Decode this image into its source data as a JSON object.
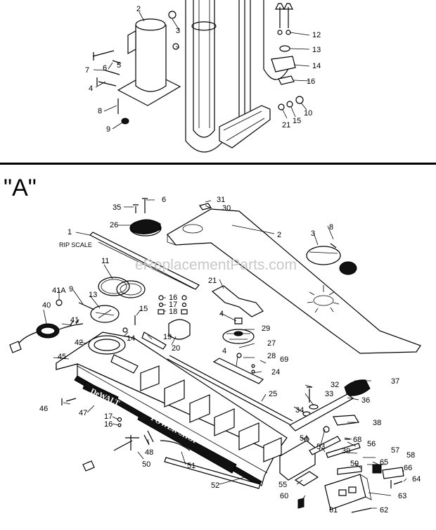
{
  "section_label": "\"A\"",
  "rip_scale_label": "RIP SCALE",
  "brand_text": "DeWALT",
  "panel_text": "POWER SHOP",
  "watermark": "eReplacementParts.com",
  "top_callouts": [
    "2",
    "3",
    "12",
    "13",
    "14",
    "16",
    "7",
    "6",
    "5",
    "4",
    "8",
    "9",
    "21",
    "15",
    "10"
  ],
  "callouts": [
    "35",
    "6",
    "31",
    "30",
    "26",
    "1",
    "2",
    "3",
    "8",
    "11",
    "41A",
    "9",
    "13",
    "21",
    "16",
    "17",
    "18",
    "15",
    "4",
    "29",
    "40",
    "41",
    "42",
    "45",
    "14",
    "19",
    "20",
    "4",
    "27",
    "28",
    "69",
    "24",
    "25",
    "32",
    "33",
    "37",
    "36",
    "34",
    "38",
    "46",
    "47",
    "17",
    "16",
    "48",
    "50",
    "51",
    "54",
    "39",
    "68",
    "56",
    "53",
    "57",
    "58",
    "59",
    "65",
    "66",
    "64",
    "63",
    "55",
    "52",
    "60",
    "61",
    "62"
  ]
}
